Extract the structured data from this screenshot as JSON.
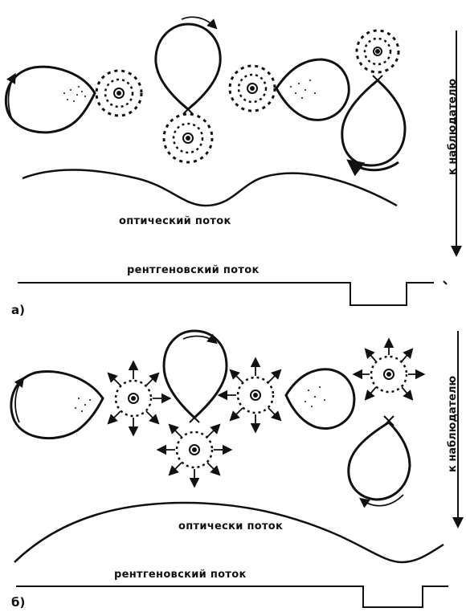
{
  "panel_a": {
    "label": "а)",
    "optical_flux_label": "оптический поток",
    "xray_flux_label": "рентгеновский поток",
    "observer_label": "к наблюдателю"
  },
  "panel_b": {
    "label": "б)",
    "optical_flux_label": "оптически поток",
    "xray_flux_label": "рентгеновский поток",
    "observer_label": "к наблюдателю"
  },
  "colors": {
    "ink": "#111111",
    "background": "#ffffff"
  }
}
